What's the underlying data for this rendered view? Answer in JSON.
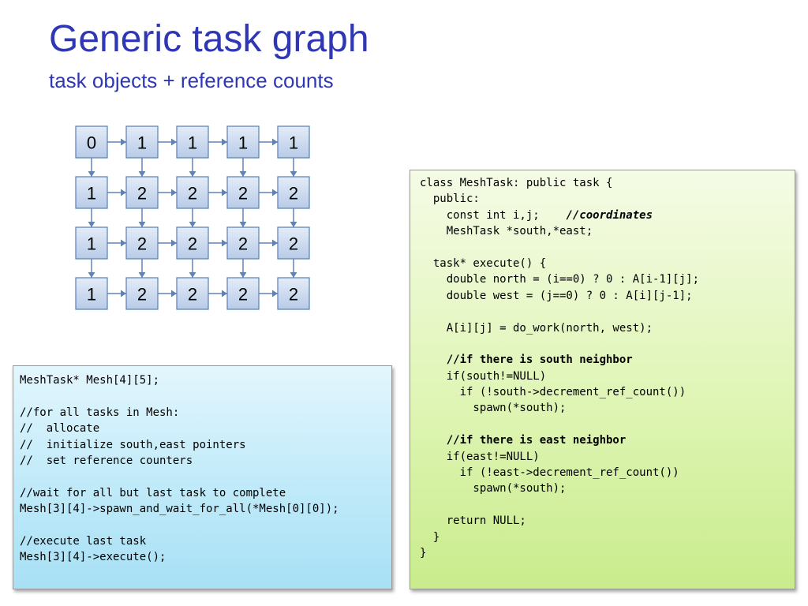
{
  "slide": {
    "title": "Generic task graph",
    "subtitle": "task objects + reference counts"
  },
  "graph": {
    "rows": [
      [
        "0",
        "1",
        "1",
        "1",
        "1"
      ],
      [
        "1",
        "2",
        "2",
        "2",
        "2"
      ],
      [
        "1",
        "2",
        "2",
        "2",
        "2"
      ],
      [
        "1",
        "2",
        "2",
        "2",
        "2"
      ]
    ],
    "node_fill": "#c9d8ee",
    "node_stroke": "#5a7fb5",
    "edge_color": "#5b84bd"
  },
  "left_code": {
    "background": "#bfeaf9",
    "lines": [
      "MeshTask* Mesh[4][5];",
      "",
      "//for all tasks in Mesh:",
      "//  allocate",
      "//  initialize south,east pointers",
      "//  set reference counters",
      "",
      "//wait for all but last task to complete",
      "Mesh[3][4]->spawn_and_wait_for_all(*Mesh[0][0]);",
      "",
      "//execute last task",
      "Mesh[3][4]->execute();"
    ]
  },
  "right_code": {
    "background": "#dff5b5",
    "lines": [
      "class MeshTask: public task {",
      "  public:",
      "    const int i,j;",
      "    MeshTask *south,*east;",
      "",
      "  task* execute() {",
      "    double north = (i==0) ? 0 : A[i-1][j];",
      "    double west = (j==0) ? 0 : A[i][j-1];",
      "",
      "    A[i][j] = do_work(north, west);",
      "",
      "    //if there is south neighbor",
      "    if(south!=NULL)",
      "      if (!south->decrement_ref_count())",
      "        spawn(*south);",
      "",
      "    //if there is east neighbor",
      "    if(east!=NULL)",
      "      if (!east->decrement_ref_count())",
      "        spawn(*south);",
      "",
      "    return NULL;",
      "  }",
      "}"
    ],
    "coord_comment": "//coordinates",
    "bold_lines": [
      11,
      16
    ]
  }
}
